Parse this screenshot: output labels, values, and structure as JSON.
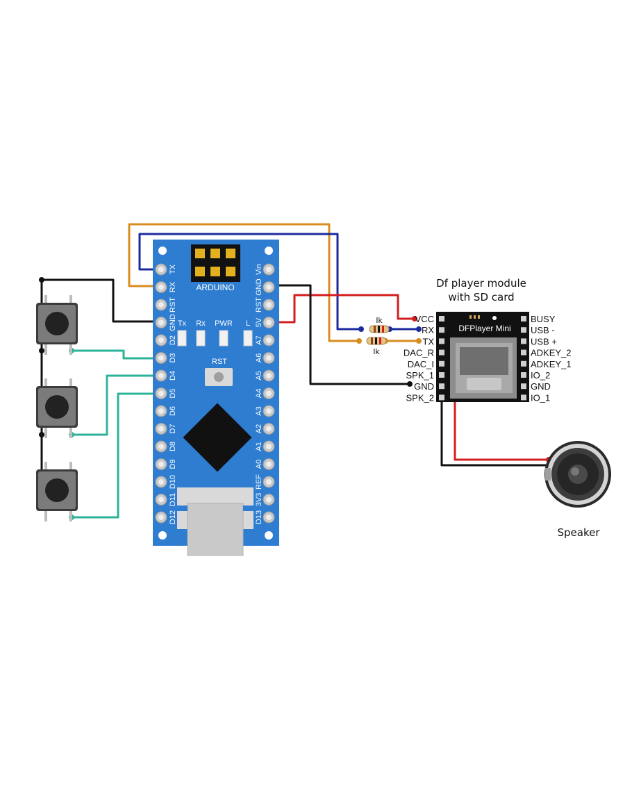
{
  "arduino": {
    "brand": "ARDUINO",
    "reset_label": "RST",
    "leds": [
      "Tx",
      "Rx",
      "PWR",
      "L"
    ],
    "left_pins": [
      "TX",
      "RX",
      "RST",
      "GND",
      "D2",
      "D3",
      "D4",
      "D5",
      "D6",
      "D7",
      "D8",
      "D9",
      "D10",
      "D11",
      "D12"
    ],
    "right_pins": [
      "Vin",
      "GND",
      "RST",
      "5V",
      "A7",
      "A6",
      "A5",
      "A4",
      "A3",
      "A2",
      "A1",
      "A0",
      "REF",
      "3V3",
      "D13"
    ]
  },
  "dfplayer": {
    "title_line1": "Df player module",
    "title_line2": "with SD card",
    "chip_label": "DFPlayer Mini",
    "left_pins": [
      "VCC",
      "RX",
      "TX",
      "DAC_R",
      "DAC_I",
      "SPK_1",
      "GND",
      "SPK_2"
    ],
    "right_pins": [
      "BUSY",
      "USB -",
      "USB +",
      "ADKEY_2",
      "ADKEY_1",
      "IO_2",
      "GND",
      "IO_1"
    ]
  },
  "resistors": [
    "Ik",
    "Ik"
  ],
  "speaker": {
    "label": "Speaker"
  },
  "colors": {
    "board": "#2e7dd1",
    "wire_orange": "#d98c1f",
    "wire_blue": "#1b2a9c",
    "wire_black": "#111111",
    "wire_red": "#d21e1e",
    "wire_teal": "#2bb39a"
  }
}
